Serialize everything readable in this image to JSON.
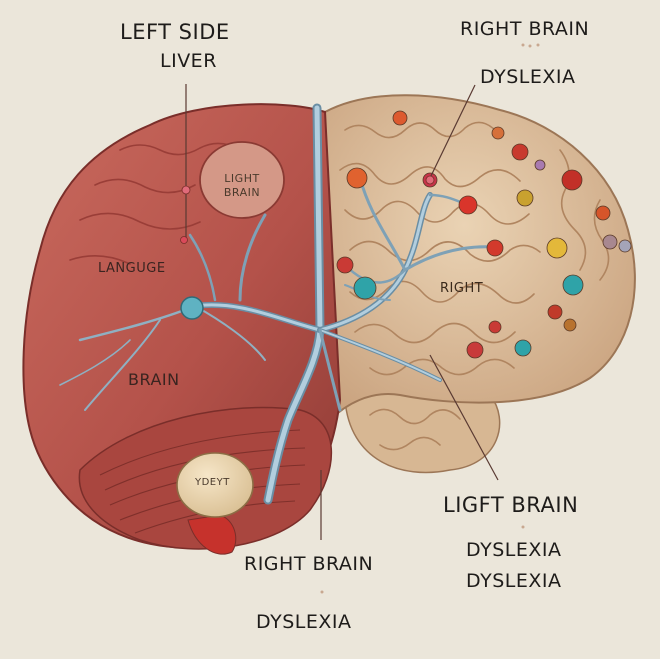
{
  "labels": {
    "left_side": "LEFT SIDE",
    "liver": "LIVER",
    "right_brain_top": "RIGHT BRAIN",
    "dyslexia_top": "DYSLEXIA",
    "light_brain": "LIGHT BRAIN",
    "language": "LANGUGE",
    "brain": "BRAIN",
    "right_inner": "RIGHT",
    "small_oval": "YDEYT",
    "lift_brain": "LIGFT BRAIN",
    "dyslexia_right_1": "DYSLEXIA",
    "dyslexia_right_2": "DYSLEXIA",
    "right_brain_bottom": "RIGHT BRAIN",
    "dyslexia_bottom": "DYSLEXIA"
  },
  "colors": {
    "background": "#ebe6da",
    "liver": "#b8564e",
    "brain": "#dcbf9e",
    "vessel": "#a7c3d3"
  }
}
